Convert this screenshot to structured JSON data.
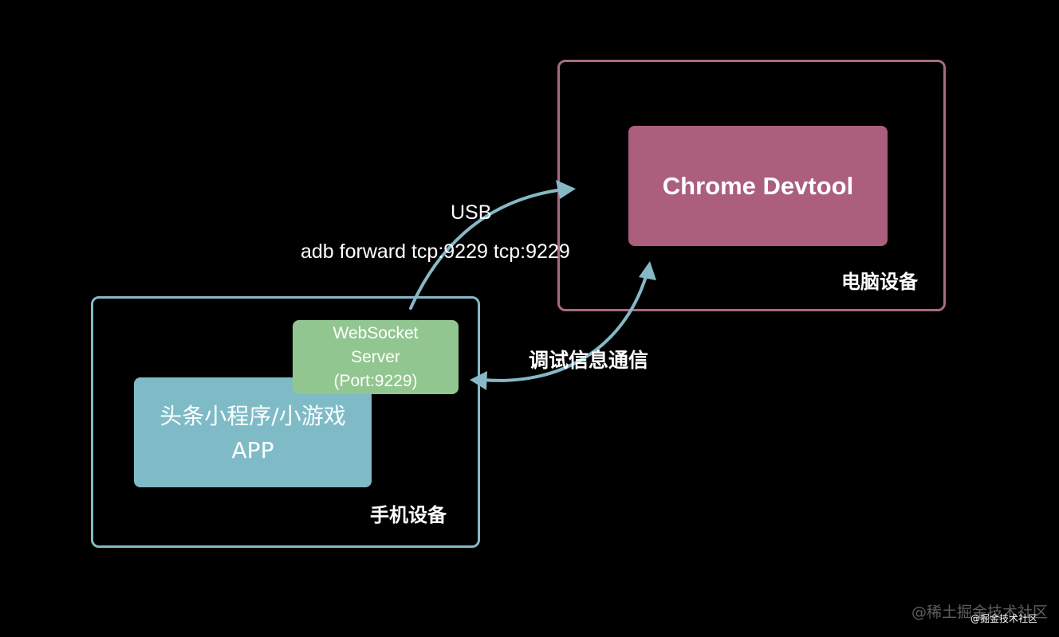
{
  "colors": {
    "background": "#000000",
    "pc_border": "#a86a82",
    "devtool_fill": "#ab5f7c",
    "phone_border": "#86b8c6",
    "app_fill": "#7ebbc7",
    "websocket_fill": "#92c690",
    "arrow": "#86b8c6"
  },
  "pc_device": {
    "label": "电脑设备",
    "devtool": "Chrome Devtool"
  },
  "phone_device": {
    "label": "手机设备",
    "app_line1": "头条小程序/小游戏",
    "app_line2": "APP",
    "websocket_line1": "WebSocket",
    "websocket_line2": "Server",
    "websocket_line3": "(Port:9229)"
  },
  "connections": {
    "usb": "USB",
    "adb_command": "adb forward tcp:9229 tcp:9229",
    "debug_comm": "调试信息通信"
  },
  "watermark": {
    "text": "@稀土掘金技术社区",
    "text_small": "@掘金技术社区"
  }
}
